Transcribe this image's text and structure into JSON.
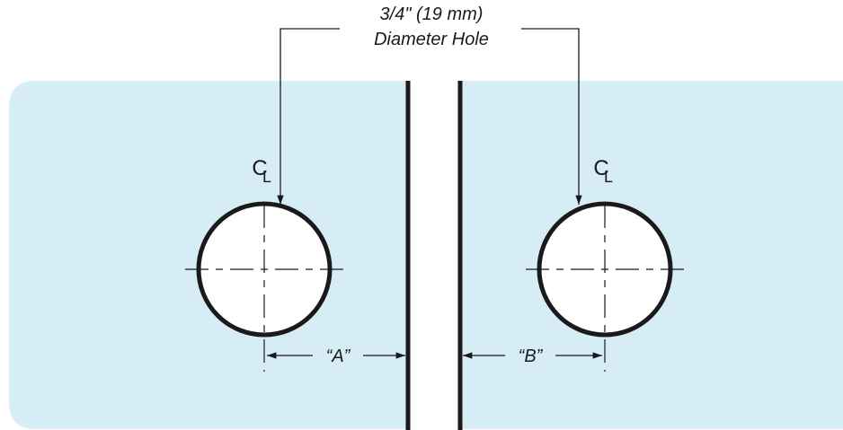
{
  "callout": {
    "line1": "3/4\" (19 mm)",
    "line2": "Diameter Hole"
  },
  "holes": [
    {
      "centerline_symbol": "C",
      "centerline_sub": "L",
      "dimension_label": "“A”"
    },
    {
      "centerline_symbol": "C",
      "centerline_sub": "L",
      "dimension_label": "“B”"
    }
  ],
  "colors": {
    "glass": "#d7edf5",
    "line": "#1a1a1a",
    "hole": "#ffffff"
  }
}
